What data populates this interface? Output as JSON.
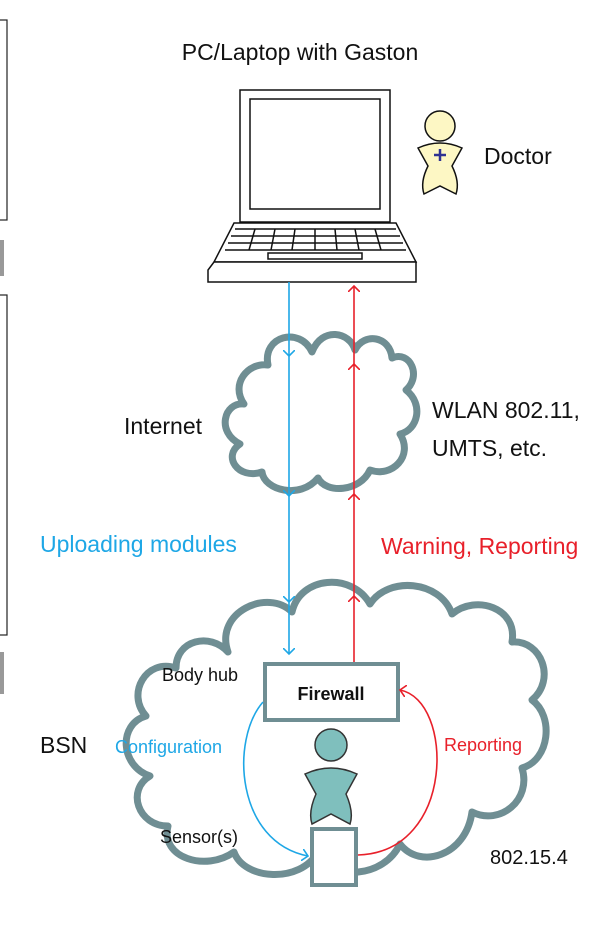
{
  "title": "PC/Laptop with Gaston",
  "doctor_label": "Doctor",
  "internet_label": "Internet",
  "wlan_line1": "WLAN 802.11,",
  "wlan_line2": "UMTS, etc.",
  "uploading_label": "Uploading modules",
  "warning_label": "Warning, Reporting",
  "body_hub_label": "Body hub",
  "firewall_label": "Firewall",
  "bsn_label": "BSN",
  "configuration_label": "Configuration",
  "reporting_label": "Reporting",
  "sensor_label": "Sensor(s)",
  "standard_label": "802.15.4",
  "colors": {
    "blue": "#1ea7e6",
    "red": "#e8202a",
    "cloud_stroke": "#6f8e93",
    "person_fill": "#7fbfbd",
    "doctor_fill": "#fdf7c4",
    "doctor_cross": "#2e3192"
  }
}
